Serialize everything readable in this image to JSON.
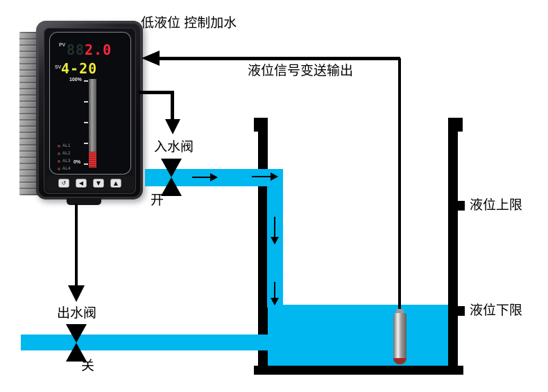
{
  "captions": {
    "top": "低液位 控制加水",
    "signal": "液位信号变送输出"
  },
  "inlet_valve": {
    "label": "入水阀",
    "state": "开"
  },
  "outlet_valve": {
    "label": "出水阀",
    "state": "关"
  },
  "tank": {
    "upper_limit_label": "液位上限",
    "lower_limit_label": "液位下限"
  },
  "instrument": {
    "pv_label": "PV",
    "pv_ghost": "88",
    "pv_value": "2.0",
    "sv_label": "SV",
    "sv_value": "4-20",
    "bar_top": "100%",
    "bar_bottom": "0%",
    "bar_fill_percent": 18,
    "alarms": [
      "AL1",
      "AL2",
      "AL3",
      "AL4"
    ],
    "buttons": [
      {
        "icon": "↺",
        "name": "cycle-button"
      },
      {
        "icon": "◀",
        "name": "shift-left-button"
      },
      {
        "icon": "▼",
        "name": "down-button"
      },
      {
        "icon": "▲",
        "name": "up-button"
      }
    ]
  },
  "colors": {
    "water": "#00b7ef",
    "diagram_line": "#000000",
    "pv_display": "#f8273c",
    "sv_display": "#eaea39",
    "bar_fill": "#e03131",
    "probe_tip": "#9c2d26"
  }
}
